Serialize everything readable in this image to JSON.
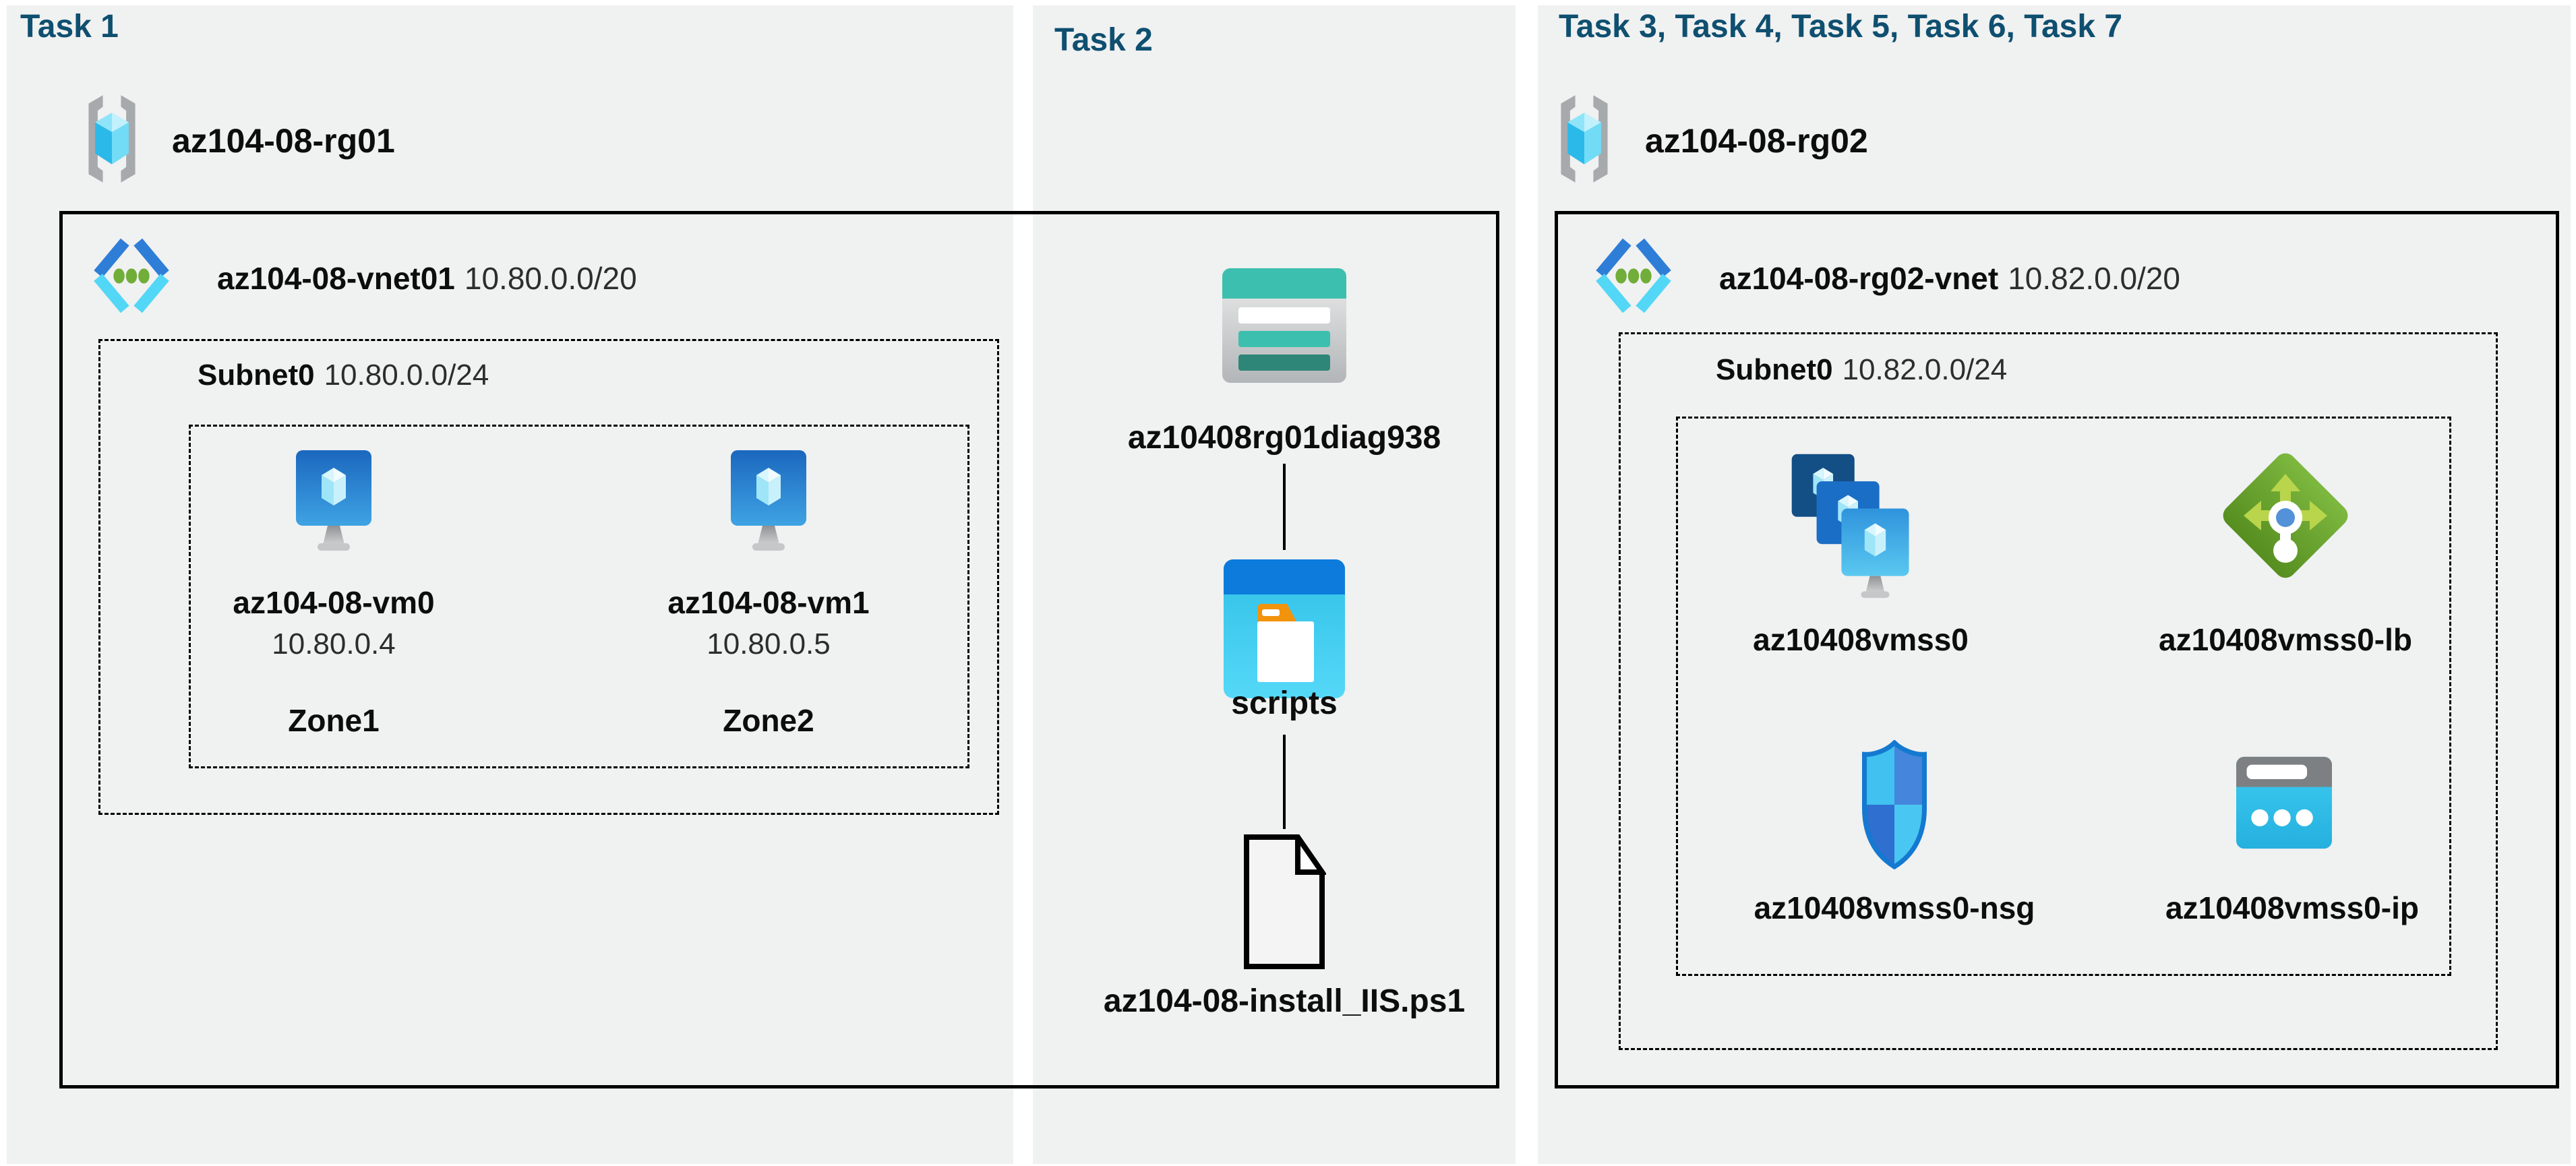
{
  "colors": {
    "panel_bg": "#f0f1f1",
    "heading": "#0f4f70",
    "label": "#0d0d0d",
    "secondary_text": "#2d2d2d",
    "box_border": "#000000",
    "vm_blue": "#2382d6",
    "vnet_blue": "#2e7ed8",
    "vnet_cyan": "#53d7f6",
    "dot_green": "#71ad39",
    "storage_teal": "#3cbfae",
    "storage_teal_dark": "#2e8678",
    "blob_blue": "#0c7bdb",
    "blob_cyan": "#3bcdf0",
    "folder_orange": "#f2930c",
    "lb_green": "#6aa832",
    "lb_arrow_green": "#b9d54b",
    "nsg_cyan": "#41c1ef",
    "nsg_blue": "#3b7cd6",
    "ip_gray": "#7d8082",
    "rg_bracket_gray": "#a7aaad"
  },
  "panels": {
    "task1": {
      "heading": "Task 1",
      "resource_group": {
        "name": "az104-08-rg01",
        "icon": "resource-group-icon"
      },
      "vnet": {
        "name": "az104-08-vnet01",
        "cidr": "10.80.0.0/20",
        "icon": "virtual-network-icon"
      },
      "subnet": {
        "name": "Subnet0",
        "cidr": "10.80.0.0/24"
      },
      "vms": [
        {
          "name": "az104-08-vm0",
          "ip": "10.80.0.4",
          "zone": "Zone1",
          "icon": "virtual-machine-icon"
        },
        {
          "name": "az104-08-vm1",
          "ip": "10.80.0.5",
          "zone": "Zone2",
          "icon": "virtual-machine-icon"
        }
      ]
    },
    "task2": {
      "heading": "Task 2",
      "storage_account": {
        "name": "az10408rg01diag938",
        "icon": "storage-account-icon"
      },
      "container": {
        "name": "scripts",
        "icon": "blob-container-icon"
      },
      "script_file": {
        "name": "az104-08-install_IIS.ps1",
        "icon": "powershell-file-icon"
      }
    },
    "task3": {
      "heading": "Task 3, Task 4, Task 5, Task 6, Task 7",
      "resource_group": {
        "name": "az104-08-rg02",
        "icon": "resource-group-icon"
      },
      "vnet": {
        "name": "az104-08-rg02-vnet",
        "cidr": "10.82.0.0/20",
        "icon": "virtual-network-icon"
      },
      "subnet": {
        "name": "Subnet0",
        "cidr": "10.82.0.0/24"
      },
      "resources": [
        {
          "name": "az10408vmss0",
          "type": "vm-scale-set",
          "icon": "vm-scale-set-icon"
        },
        {
          "name": "az10408vmss0-lb",
          "type": "load-balancer",
          "icon": "load-balancer-icon"
        },
        {
          "name": "az10408vmss0-nsg",
          "type": "network-security-group",
          "icon": "nsg-shield-icon"
        },
        {
          "name": "az10408vmss0-ip",
          "type": "public-ip-address",
          "icon": "public-ip-icon"
        }
      ]
    }
  }
}
